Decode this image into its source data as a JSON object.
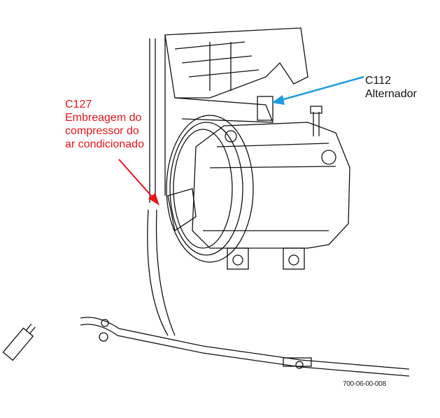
{
  "callouts": {
    "c127": {
      "code": "C127",
      "lines": [
        "Embreagem do",
        "compressor do",
        "ar condicionado"
      ],
      "color": "#e8141b"
    },
    "c112": {
      "code": "C112",
      "lines": [
        "Alternador"
      ],
      "color": "#1e9be0"
    }
  },
  "figure_id": "700-06-00-008"
}
